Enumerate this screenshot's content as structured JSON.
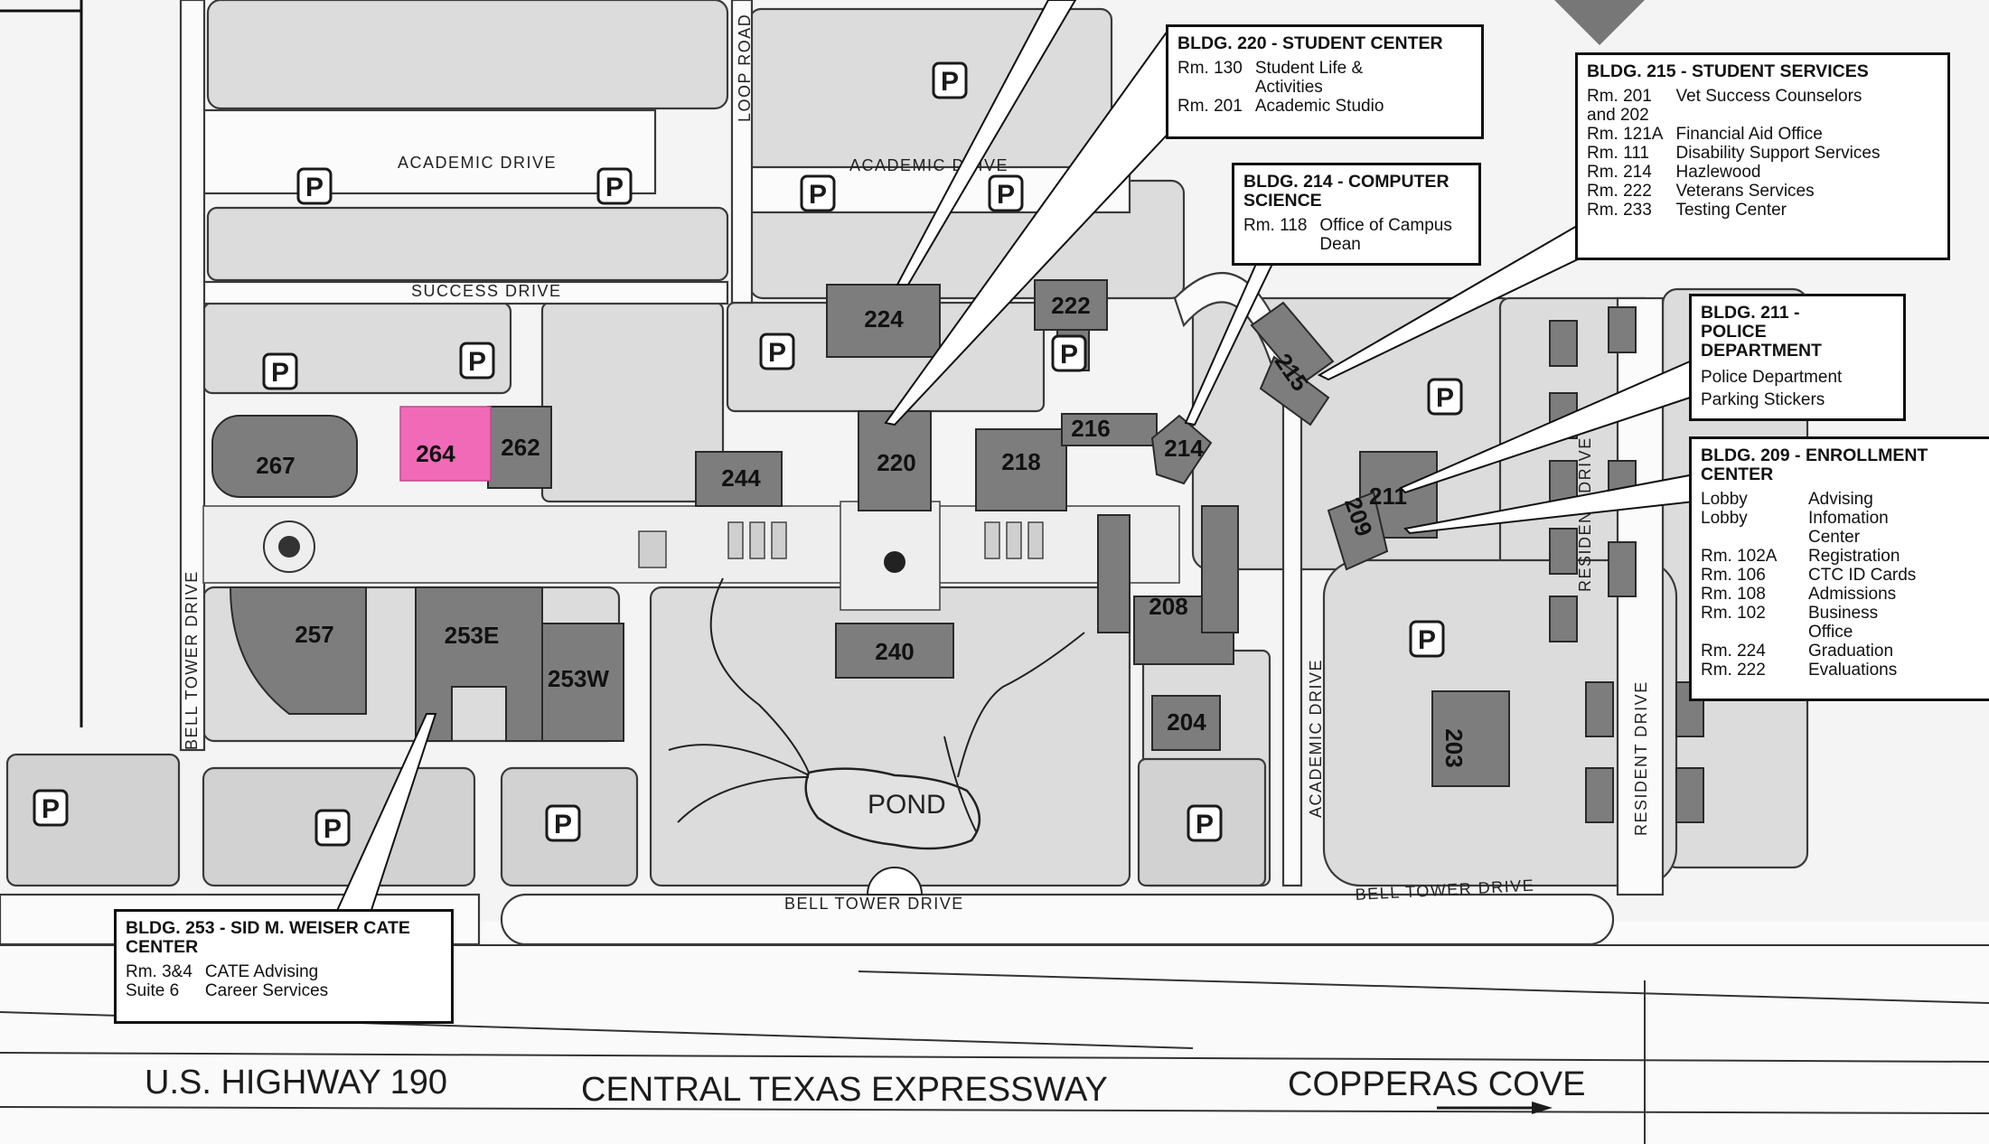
{
  "colors": {
    "highlight": "#f06ab8",
    "building": "#7d7d7d",
    "block": "#dcdcdc",
    "road": "#fbfbfb"
  },
  "parking_symbol": "P",
  "streets": {
    "academic_drive_west": "ACADEMIC DRIVE",
    "academic_drive_north": "ACADEMIC DRIVE",
    "academic_drive_east": "ACADEMIC DRIVE",
    "success_drive": "SUCCESS DRIVE",
    "loop_road": "LOOP ROAD",
    "bell_tower_drive_west": "BELL TOWER DRIVE",
    "bell_tower_drive_south": "BELL TOWER DRIVE",
    "bell_tower_drive_east": "BELL TOWER DRIVE",
    "resident_drive_1": "RESIDENT DRIVE",
    "resident_drive_2": "RESIDENT DRIVE"
  },
  "highways": {
    "us190": "U.S. HIGHWAY 190",
    "expressway": "CENTRAL TEXAS EXPRESSWAY",
    "copperas_cove": "COPPERAS COVE"
  },
  "landmarks": {
    "pond": "POND"
  },
  "buildings": {
    "b224": "224",
    "b222": "222",
    "b215": "215",
    "b267": "267",
    "b264": "264",
    "b262": "262",
    "b244": "244",
    "b220": "220",
    "b218": "218",
    "b216": "216",
    "b214": "214",
    "b211": "211",
    "b209": "209",
    "b208": "208",
    "b257": "257",
    "b253e": "253E",
    "b253w": "253W",
    "b240": "240",
    "b204": "204",
    "b203": "203"
  },
  "highlighted_building": "264",
  "callouts": {
    "bldg220": {
      "title": "BLDG. 220 - STUDENT CENTER",
      "rows": [
        {
          "room": "Rm. 130",
          "desc": "Student Life & Activities"
        },
        {
          "room": "Rm. 201",
          "desc": "Academic Studio"
        }
      ]
    },
    "bldg214": {
      "title": "BLDG. 214 - COMPUTER SCIENCE",
      "rows": [
        {
          "room": "Rm. 118",
          "desc": "Office of Campus Dean"
        }
      ]
    },
    "bldg215": {
      "title": "BLDG. 215 -  STUDENT SERVICES",
      "rows": [
        {
          "room": "Rm. 201 and 202",
          "desc": "Vet Success Counselors"
        },
        {
          "room": "Rm. 121A",
          "desc": "Financial Aid Office"
        },
        {
          "room": "Rm. 111",
          "desc": "Disability Support Services"
        },
        {
          "room": "Rm. 214",
          "desc": "Hazlewood"
        },
        {
          "room": "Rm. 222",
          "desc": "Veterans Services"
        },
        {
          "room": "Rm. 233",
          "desc": "Testing Center"
        }
      ]
    },
    "bldg211": {
      "title": "BLDG. 211 - POLICE DEPARTMENT",
      "rows": [
        {
          "room": "",
          "desc": "Police Department"
        },
        {
          "room": "",
          "desc": "Parking Stickers"
        }
      ]
    },
    "bldg209": {
      "title": "BLDG. 209 - ENROLLMENT CENTER",
      "rows": [
        {
          "room": "Lobby",
          "desc": "Advising"
        },
        {
          "room": "Lobby",
          "desc": "Infomation Center"
        },
        {
          "room": "Rm. 102A",
          "desc": "Registration"
        },
        {
          "room": "Rm. 106",
          "desc": "CTC ID Cards"
        },
        {
          "room": "Rm. 108",
          "desc": "Admissions"
        },
        {
          "room": "Rm. 102",
          "desc": "Business Office"
        },
        {
          "room": "Rm. 224",
          "desc": "Graduation"
        },
        {
          "room": "Rm. 222",
          "desc": "Evaluations"
        }
      ]
    },
    "bldg253": {
      "title": "BLDG. 253 - SID M. WEISER CATE CENTER",
      "rows": [
        {
          "room": "Rm. 3&4",
          "desc": "CATE Advising"
        },
        {
          "room": "Suite 6",
          "desc": "Career Services"
        }
      ]
    }
  }
}
